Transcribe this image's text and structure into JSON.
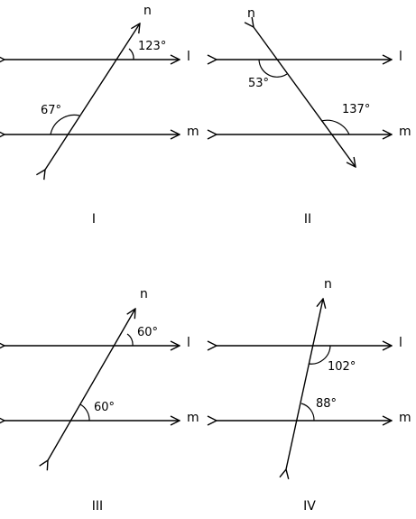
{
  "panels": [
    {
      "caption": "I",
      "labels": {
        "n": "n",
        "l": "l",
        "m": "m"
      },
      "angles": [
        "123°",
        "67°"
      ]
    },
    {
      "caption": "II",
      "labels": {
        "n": "n",
        "l": "l",
        "m": "m"
      },
      "angles": [
        "53°",
        "137°"
      ]
    },
    {
      "caption": "III",
      "labels": {
        "n": "n",
        "l": "l",
        "m": "m"
      },
      "angles": [
        "60°",
        "60°"
      ]
    },
    {
      "caption": "IV",
      "labels": {
        "n": "n",
        "l": "l",
        "m": "m"
      },
      "angles": [
        "102°",
        "88°"
      ]
    }
  ]
}
